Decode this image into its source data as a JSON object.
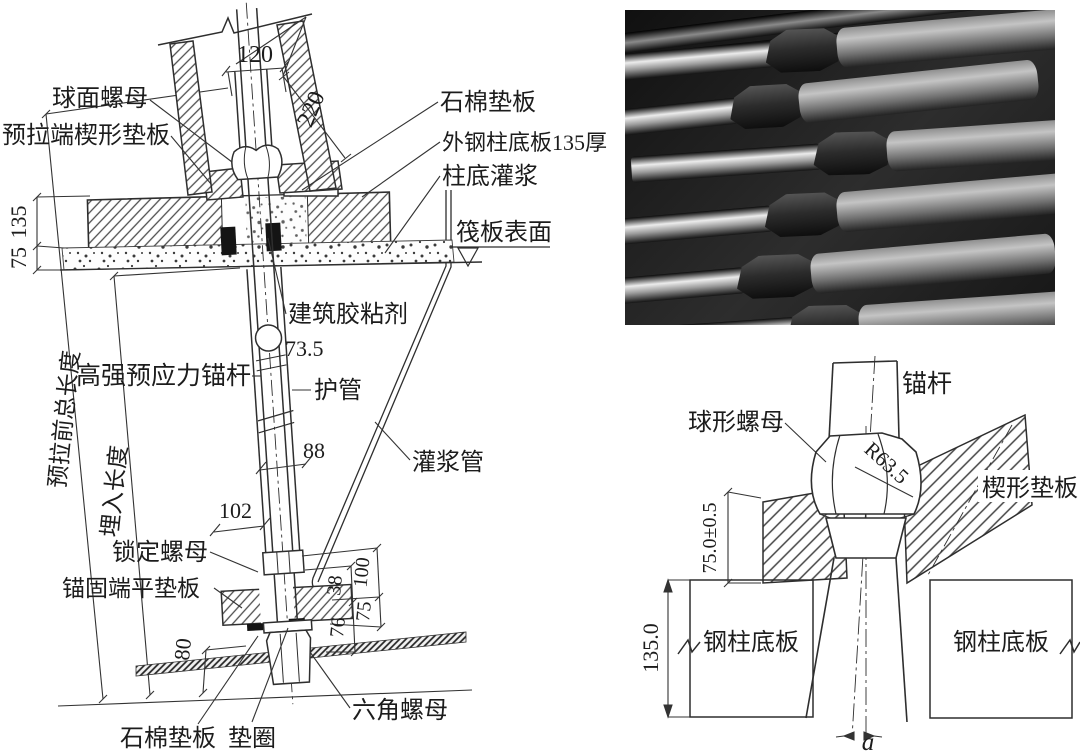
{
  "figure": {
    "left_diagram": {
      "labels": {
        "spherical_nut": "球面螺母",
        "pretension_wedge_plate": "预拉端楔形垫板",
        "asbestos_pad": "石棉垫板",
        "outer_column_base_plate": "外钢柱底板135厚",
        "column_base_grout": "柱底灌浆",
        "raft_surface": "筏板表面",
        "building_adhesive": "建筑胶粘剂",
        "hs_prestressed_anchor_rod": "高强预应力锚杆",
        "sleeve_pipe": "护管",
        "grouting_pipe": "灌浆管",
        "locking_nut": "锁定螺母",
        "anchor_end_flat_plate": "锚固端平垫板",
        "hex_nut": "六角螺母",
        "washer": "垫圈",
        "total_length_before_pretension": "预拉前总长度",
        "embedded_length": "埋入长度"
      },
      "dimensions": {
        "d120": "120",
        "d220": "220",
        "d135": "135",
        "d75_upper": "75",
        "d73_5": "73.5",
        "d88": "88",
        "d102": "102",
        "d80": "80",
        "d38": "38",
        "d100": "100",
        "d75_lower": "75",
        "d76": "76"
      }
    },
    "right_diagram": {
      "labels": {
        "anchor_rod": "锚杆",
        "spherical_nut": "球形螺母",
        "wedge_plate": "楔形垫板",
        "steel_column_base_plate": "钢柱底板",
        "angle": "a"
      },
      "dimensions": {
        "radius": "R63.5",
        "d75_tol": "75.0±0.5",
        "d135": "135.0"
      }
    }
  }
}
